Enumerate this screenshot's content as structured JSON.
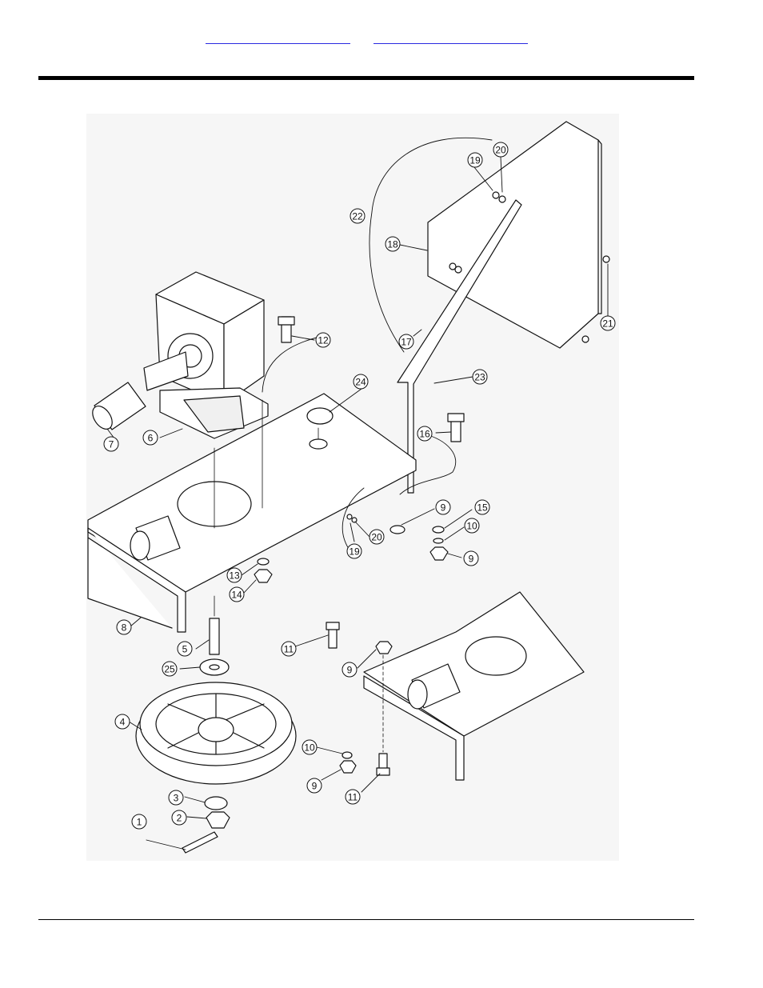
{
  "header": {
    "link_left": "",
    "link_right": ""
  },
  "diagram": {
    "callouts": [
      {
        "id": "c1",
        "label": "1"
      },
      {
        "id": "c2",
        "label": "2"
      },
      {
        "id": "c3",
        "label": "3"
      },
      {
        "id": "c4",
        "label": "4"
      },
      {
        "id": "c5",
        "label": "5"
      },
      {
        "id": "c6",
        "label": "6"
      },
      {
        "id": "c7",
        "label": "7"
      },
      {
        "id": "c8",
        "label": "8"
      },
      {
        "id": "c9a",
        "label": "9"
      },
      {
        "id": "c9b",
        "label": "9"
      },
      {
        "id": "c9c",
        "label": "9"
      },
      {
        "id": "c9d",
        "label": "9"
      },
      {
        "id": "c10a",
        "label": "10"
      },
      {
        "id": "c10b",
        "label": "10"
      },
      {
        "id": "c11a",
        "label": "11"
      },
      {
        "id": "c11b",
        "label": "11"
      },
      {
        "id": "c12",
        "label": "12"
      },
      {
        "id": "c13",
        "label": "13"
      },
      {
        "id": "c14",
        "label": "14"
      },
      {
        "id": "c15",
        "label": "15"
      },
      {
        "id": "c16",
        "label": "16"
      },
      {
        "id": "c17",
        "label": "17"
      },
      {
        "id": "c18",
        "label": "18"
      },
      {
        "id": "c19a",
        "label": "19"
      },
      {
        "id": "c19b",
        "label": "19"
      },
      {
        "id": "c20a",
        "label": "20"
      },
      {
        "id": "c20b",
        "label": "20"
      },
      {
        "id": "c21",
        "label": "21"
      },
      {
        "id": "c22",
        "label": "22"
      },
      {
        "id": "c23",
        "label": "23"
      },
      {
        "id": "c24",
        "label": "24"
      },
      {
        "id": "c25",
        "label": "25"
      }
    ]
  }
}
